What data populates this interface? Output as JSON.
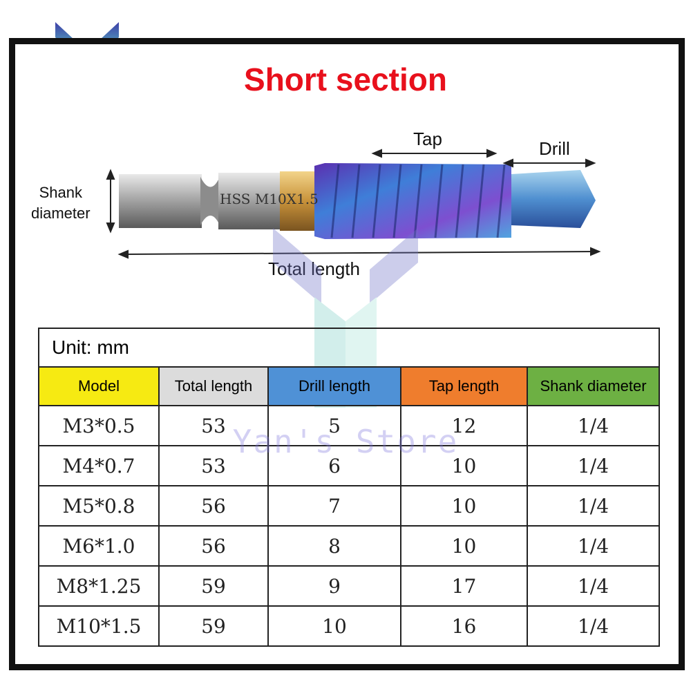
{
  "brand": {
    "name": "Yan's Store",
    "accent": "#3b3f9a"
  },
  "headline": "Short section",
  "diagram": {
    "labels": {
      "tap": "Tap",
      "drill": "Drill",
      "shank_line1": "Shank",
      "shank_line2": "diameter",
      "total_length": "Total length",
      "shank_marking": "HSS M10X1.5"
    }
  },
  "table": {
    "unit": "Unit: mm",
    "headers": [
      {
        "label": "Model",
        "color": "#f6ea12"
      },
      {
        "label": "Total length",
        "color": "#dcdcdc"
      },
      {
        "label": "Drill length",
        "color": "#4f91d6"
      },
      {
        "label": "Tap length",
        "color": "#ef7d2d"
      },
      {
        "label": "Shank diameter",
        "color": "#6db043"
      }
    ],
    "rows": [
      [
        "M3*0.5",
        "53",
        "5",
        "12",
        "1/4"
      ],
      [
        "M4*0.7",
        "53",
        "6",
        "10",
        "1/4"
      ],
      [
        "M5*0.8",
        "56",
        "7",
        "10",
        "1/4"
      ],
      [
        "M6*1.0",
        "56",
        "8",
        "10",
        "1/4"
      ],
      [
        "M8*1.25",
        "59",
        "9",
        "17",
        "1/4"
      ],
      [
        "M10*1.5",
        "59",
        "10",
        "16",
        "1/4"
      ]
    ]
  }
}
